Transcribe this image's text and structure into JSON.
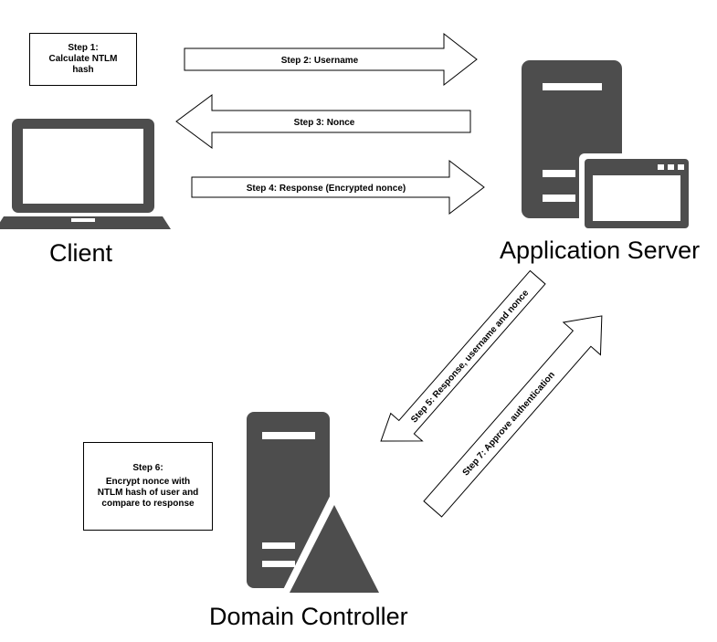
{
  "colors": {
    "icon": "#4d4d4d",
    "outline": "#000000",
    "fill": "#ffffff"
  },
  "icons": {
    "client": "laptop-icon",
    "app_server": "server-icon",
    "app_window": "browser-window-icon",
    "domain_controller": "server-icon",
    "warning": "triangle-icon"
  },
  "steps": {
    "step1": {
      "title": "Step 1:",
      "lines": [
        "Calculate NTLM",
        "hash"
      ]
    },
    "step2": "Step 2: Username",
    "step3": "Step 3: Nonce",
    "step4": "Step 4: Response (Encrypted nonce)",
    "step5": "Step 5: Response, username and nonce",
    "step6": {
      "title": "Step 6:",
      "lines": [
        "Encrypt nonce with",
        "NTLM hash of user and",
        "compare to response"
      ]
    },
    "step7": "Step 7: Approve authentication"
  },
  "labels": {
    "client": "Client",
    "app_server": "Application Server",
    "domain_controller": "Domain Controller"
  }
}
